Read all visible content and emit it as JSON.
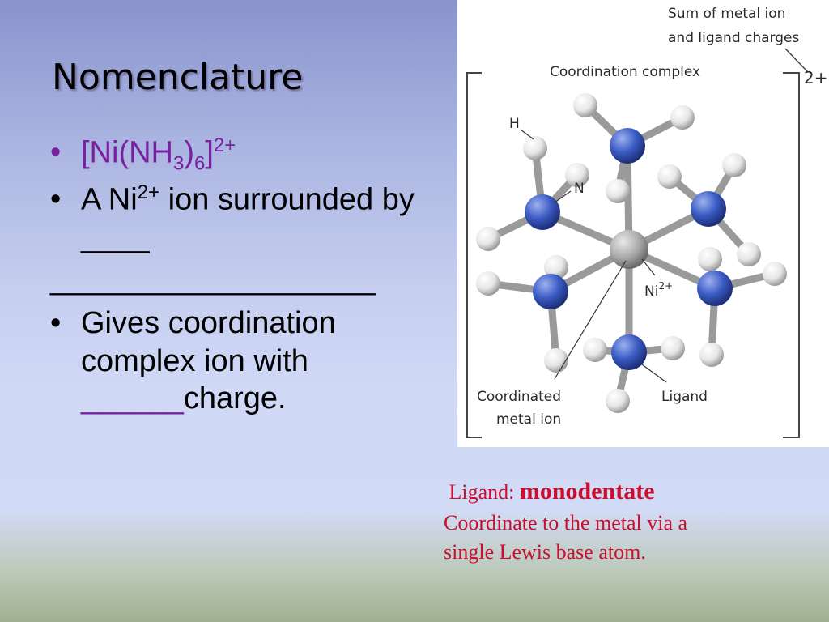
{
  "slide": {
    "title": "Nomenclature",
    "bullet_symbol": "•",
    "formula": {
      "prefix": "[Ni(NH",
      "sub1": "3",
      "mid": ")",
      "sub2": "6",
      "suffix": "]",
      "sup": "2+"
    },
    "bullet2": {
      "prefix": "A Ni",
      "sup": "2+",
      "suffix": " ion surrounded by ____"
    },
    "blank_line": "___________________",
    "bullet3": {
      "text": "Gives coordination complex ion with ",
      "blank": "______",
      "suffix": "charge."
    }
  },
  "figure": {
    "label_sum_line1": "Sum of metal ion",
    "label_sum_line2": "and ligand charges",
    "label_complex": "Coordination complex",
    "label_charge": "2+",
    "label_h": "H",
    "label_n": "N",
    "label_ni": "Ni",
    "label_ni_sup": "2+",
    "label_coord_line1": "Coordinated",
    "label_coord_line2": "metal ion",
    "label_ligand": "Ligand",
    "colors": {
      "nitrogen": "#3b5cc4",
      "hydrogen": "#e6e6e6",
      "nickel": "#a9a9a9",
      "bond": "#9a9a9a"
    }
  },
  "note": {
    "prefix": "Ligand: ",
    "term": "monodentate",
    "line2": "Coordinate to the metal via a",
    "line3": "single Lewis base atom."
  }
}
